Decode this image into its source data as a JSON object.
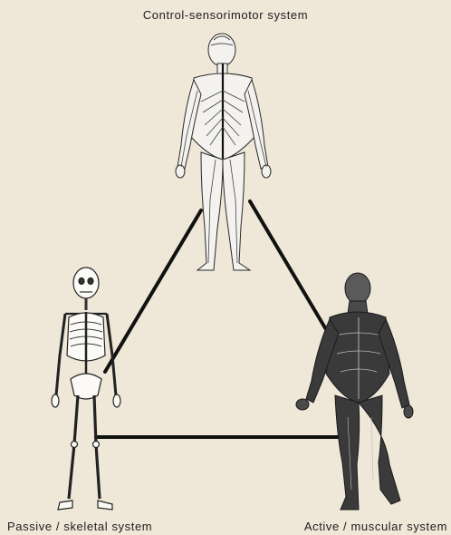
{
  "labels": {
    "top": "Control-sensorimotor system",
    "bottom_left": "Passive / skeletal system",
    "bottom_right": "Active / muscular system"
  },
  "colors": {
    "background": "#efe7d8",
    "triangle_line": "#111111",
    "nervous_figure_fill": "#f4f2ee",
    "skeleton_fill": "#fbfaf6",
    "muscle_fill": "#3a3a3a",
    "ink": "#1e1e1e"
  },
  "figures": {
    "top": "nervous-system-figure",
    "bottom_left": "skeleton-figure",
    "bottom_right": "muscular-figure"
  }
}
